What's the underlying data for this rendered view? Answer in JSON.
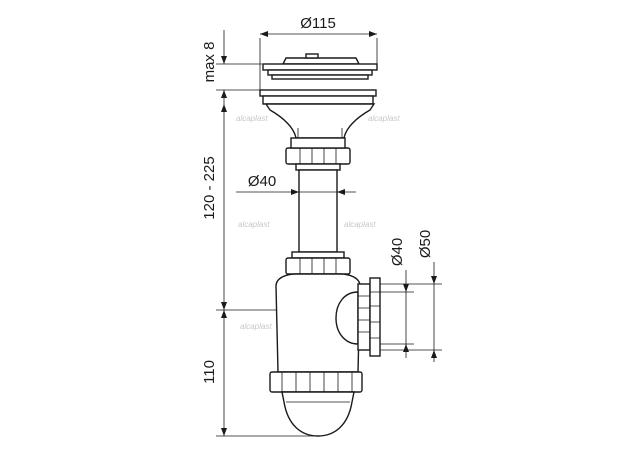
{
  "dimensions": {
    "strainer_diameter": "Ø115",
    "flange_height": "max 8",
    "pipe_diameter": "Ø40",
    "height_range": "120 - 225",
    "trap_height": "110",
    "outlet_diameter_40": "Ø40",
    "outlet_diameter_50": "Ø50"
  },
  "watermark": "alcaplast"
}
